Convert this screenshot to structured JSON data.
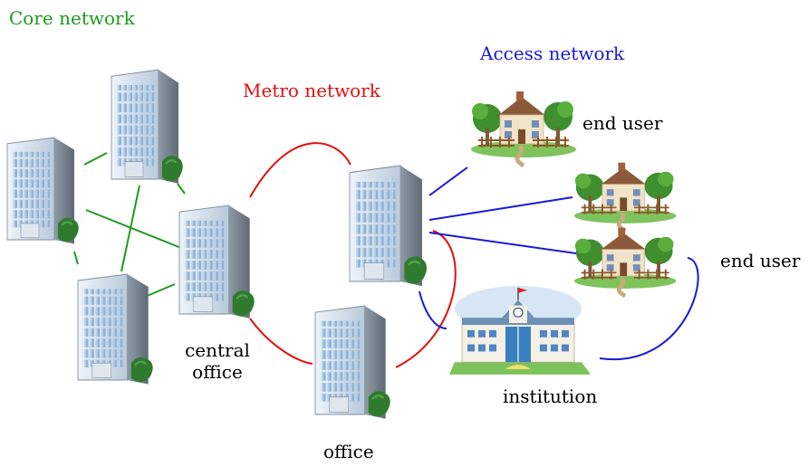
{
  "colors": {
    "core": "#1e9a1e",
    "metro": "#e01010",
    "access": "#1a1ad6"
  },
  "labels": {
    "core_network": "Core network",
    "metro_network": "Metro network",
    "access_network": "Access network",
    "end_user_1": "end user",
    "end_user_2": "end user",
    "central_office_line1": "central",
    "central_office_line2": "office",
    "institution": "institution",
    "office": "office"
  },
  "icons": {
    "building": "office-building-icon",
    "house": "house-icon",
    "school": "institution-building-icon"
  }
}
